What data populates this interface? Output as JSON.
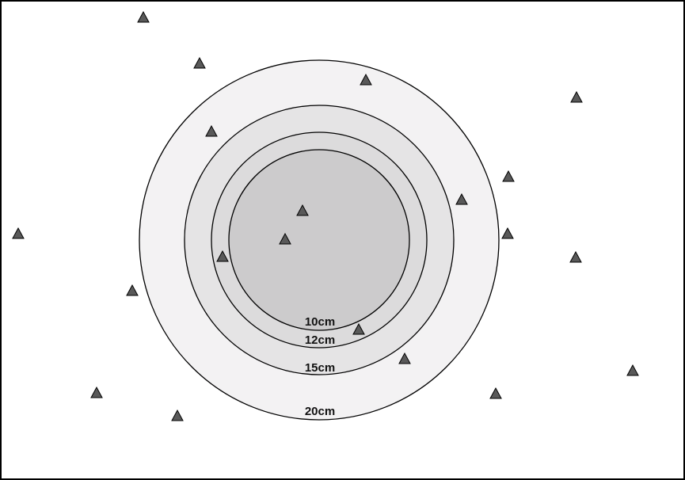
{
  "rings": [
    {
      "label": "20cm",
      "radius_cm": 20,
      "fill": "#f3f2f3"
    },
    {
      "label": "15cm",
      "radius_cm": 15,
      "fill": "#e5e4e5"
    },
    {
      "label": "12cm",
      "radius_cm": 12,
      "fill": "#dcdbdc"
    },
    {
      "label": "10cm",
      "radius_cm": 10,
      "fill": "#cccbcc"
    }
  ],
  "colors": {
    "background": "#ffffff",
    "border": "#000000",
    "ring_stroke": "#000000",
    "marker_fill": "#595959",
    "marker_stroke": "#000000"
  },
  "marker_shape": "triangle-icon"
}
